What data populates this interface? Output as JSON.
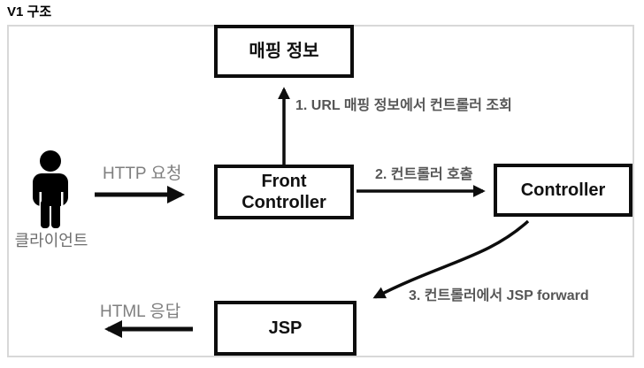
{
  "title": "V1 구조",
  "colors": {
    "box_border": "#0d0d0d",
    "frame_border": "#d8d8d8",
    "step_label": "#565656",
    "io_label": "#7f7f7f",
    "arrow": "#0d0d0d",
    "background": "#ffffff"
  },
  "nodes": {
    "mapping": {
      "label": "매핑 정보"
    },
    "front_controller": {
      "lines": [
        "Front",
        "Controller"
      ]
    },
    "controller": {
      "label": "Controller"
    },
    "jsp": {
      "label": "JSP"
    }
  },
  "actor": {
    "label": "클라이언트",
    "icon": "person-icon"
  },
  "edges": {
    "http_request": {
      "label": "HTTP 요청"
    },
    "lookup": {
      "label": "1. URL 매핑 정보에서 컨트롤러 조회"
    },
    "call_controller": {
      "label": "2. 컨트롤러 호출"
    },
    "jsp_forward": {
      "label": "3. 컨트롤러에서 JSP forward"
    },
    "html_response": {
      "label": "HTML 응답"
    }
  }
}
